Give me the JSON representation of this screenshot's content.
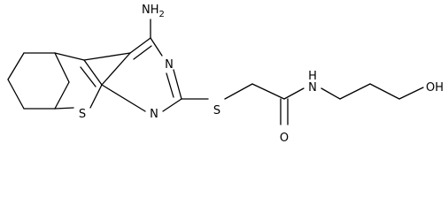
{
  "molecule": {
    "labels": {
      "amine": "NH2",
      "amine_main": "NH",
      "amine_sub": "2",
      "ring_n_upper": "N",
      "ring_n_lower": "N",
      "thiophene_s": "S",
      "thioether_s": "S",
      "carbonyl_o": "O",
      "amide_nh": "N",
      "amide_h": "H",
      "hydroxyl": "OH"
    }
  }
}
